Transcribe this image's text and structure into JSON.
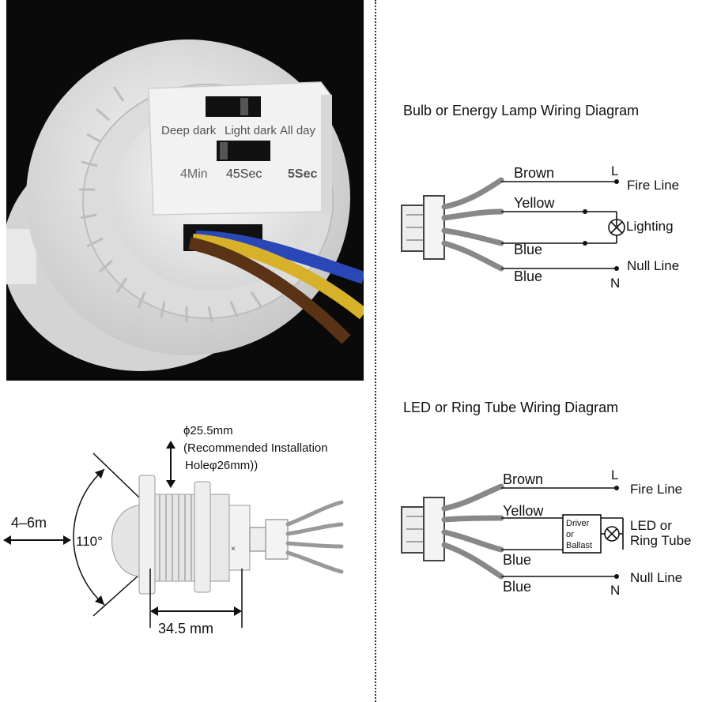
{
  "photo": {
    "mode_labels": [
      "Deep dark",
      "Light dark",
      "All day"
    ],
    "time_labels": [
      "4Min",
      "45Sec",
      "5Sec"
    ]
  },
  "diagram1": {
    "title": "Bulb or Energy Lamp Wiring Diagram",
    "wires": [
      "Brown",
      "Yellow",
      "Blue",
      "Blue"
    ],
    "terminals": {
      "L": "L",
      "N": "N"
    },
    "right_labels": {
      "fire": "Fire Line",
      "load": "Lighting",
      "null": "Null Line"
    }
  },
  "diagram2": {
    "title": "LED or Ring Tube Wiring Diagram",
    "wires": [
      "Brown",
      "Yellow",
      "Blue",
      "Blue"
    ],
    "terminals": {
      "L": "L",
      "N": "N"
    },
    "driver_lines": [
      "Driver",
      "or",
      "Ballast"
    ],
    "right_labels": {
      "fire": "Fire Line",
      "load_line1": "LED or",
      "load_line2": "Ring Tube",
      "null": "Null Line"
    }
  },
  "dimensions": {
    "diameter": "ϕ25.5mm",
    "recommended": "(Recommended Installation",
    "hole": "Holeφ26mm))",
    "range": "4–6m",
    "angle": "110°",
    "length": "34.5 mm"
  }
}
